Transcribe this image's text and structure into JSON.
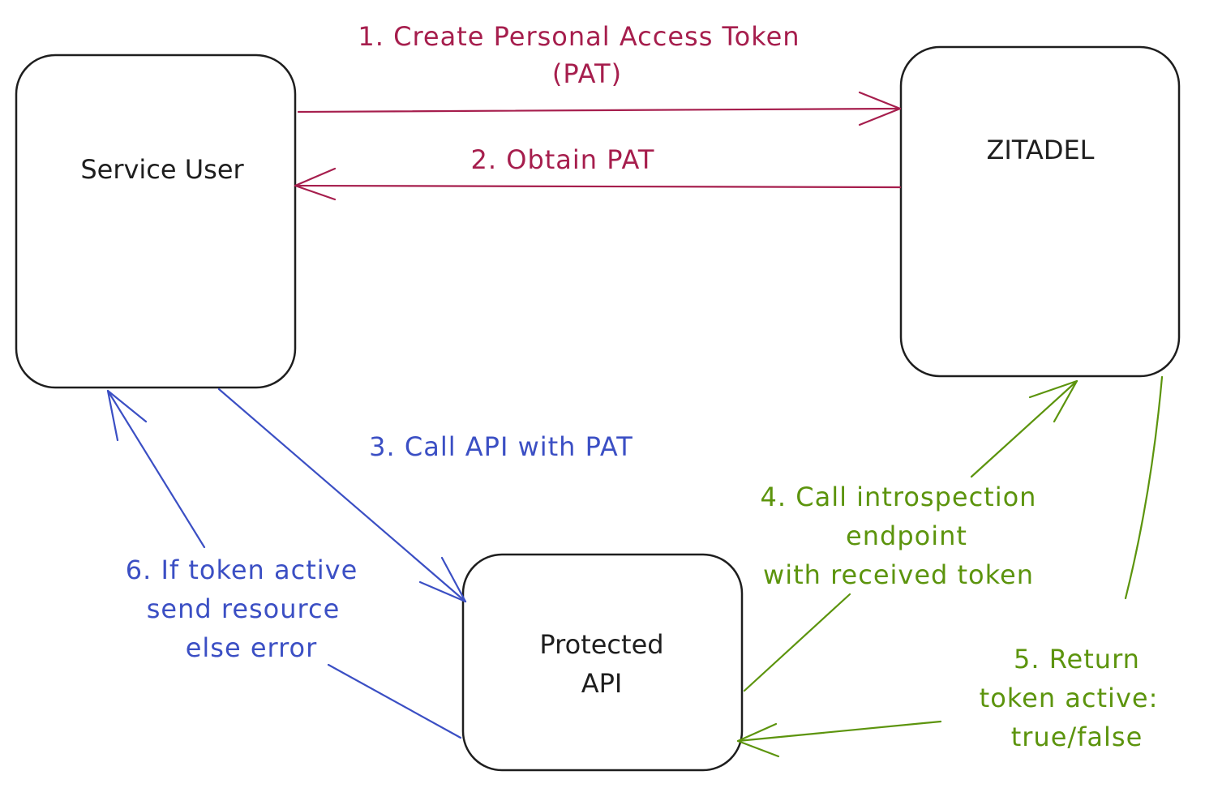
{
  "colors": {
    "pat": "#a61e4d",
    "api": "#3b4fc4",
    "introspect": "#5c940d",
    "node_stroke": "#1e1e1e"
  },
  "nodes": {
    "service_user": {
      "label": "Service User"
    },
    "zitadel": {
      "label": "ZITADEL"
    },
    "protected_api": {
      "label_lines": [
        "Protected",
        "API"
      ]
    }
  },
  "edges": [
    {
      "id": "step1",
      "from": "service_user",
      "to": "zitadel",
      "color_key": "pat",
      "label_lines": [
        "1. Create Personal Access Token",
        "(PAT)"
      ]
    },
    {
      "id": "step2",
      "from": "zitadel",
      "to": "service_user",
      "color_key": "pat",
      "label_lines": [
        "2. Obtain PAT"
      ]
    },
    {
      "id": "step3",
      "from": "service_user",
      "to": "protected_api",
      "color_key": "api",
      "label_lines": [
        "3. Call API with PAT"
      ]
    },
    {
      "id": "step4",
      "from": "protected_api",
      "to": "zitadel",
      "color_key": "introspect",
      "label_lines": [
        "4. Call introspection",
        "endpoint",
        "with received token"
      ]
    },
    {
      "id": "step5",
      "from": "zitadel",
      "to": "protected_api",
      "color_key": "introspect",
      "label_lines": [
        "5. Return",
        "token active:",
        "true/false"
      ]
    },
    {
      "id": "step6",
      "from": "protected_api",
      "to": "service_user",
      "color_key": "api",
      "label_lines": [
        "6. If token active",
        "send resource",
        "else error"
      ]
    }
  ]
}
